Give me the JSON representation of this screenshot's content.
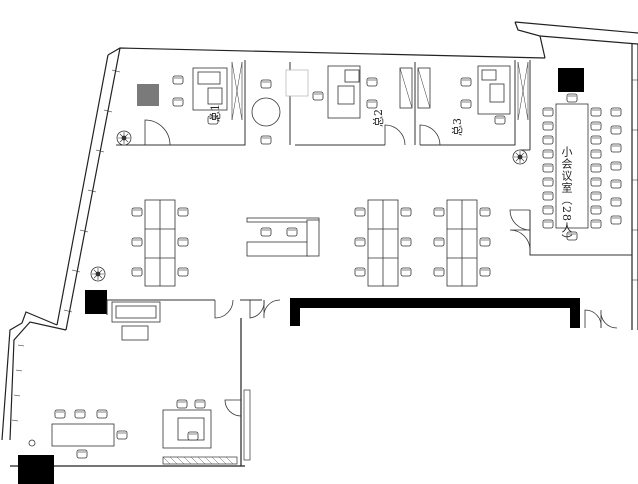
{
  "labels": {
    "office_1": "总1",
    "office_2": "总2",
    "office_3": "总3",
    "meeting_room": "小会议室（28人）"
  },
  "colors": {
    "wall": "#222222",
    "furniture": "#333333",
    "column": "#000000",
    "planter": "#7a7a7a",
    "background": "#ffffff"
  },
  "icons": [
    "plant-icon",
    "door-swing-icon",
    "chair-icon",
    "desk-icon"
  ]
}
